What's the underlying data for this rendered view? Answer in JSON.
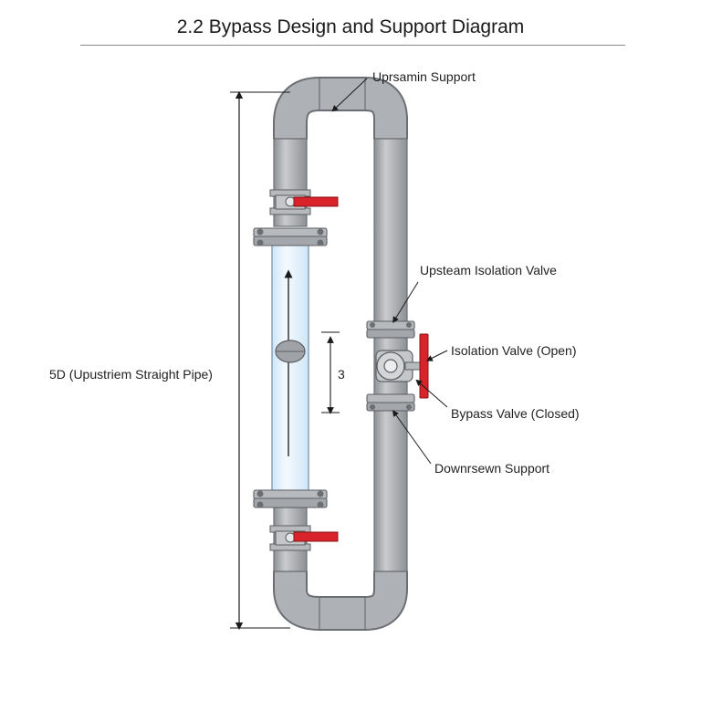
{
  "title": "2.2 Bypass Design and Support Diagram",
  "labels": {
    "upstream_support": "Uprsamin Support",
    "upstream_isolation_valve": "Upsteam Isolation Valve",
    "isolation_valve_open": "Isolation Valve (Open)",
    "bypass_valve_closed": "Bypass Valve (Closed)",
    "downstream_support": "Downrsewn Support",
    "straight_pipe": "5D (Upustriem Straight Pipe)",
    "dimension": "3"
  },
  "colors": {
    "pipe": "#a6a9ad",
    "pipe_stroke": "#6b6e72",
    "glass": "#e2f1fb",
    "handle": "#d8232a",
    "line": "#1a1a1a"
  }
}
